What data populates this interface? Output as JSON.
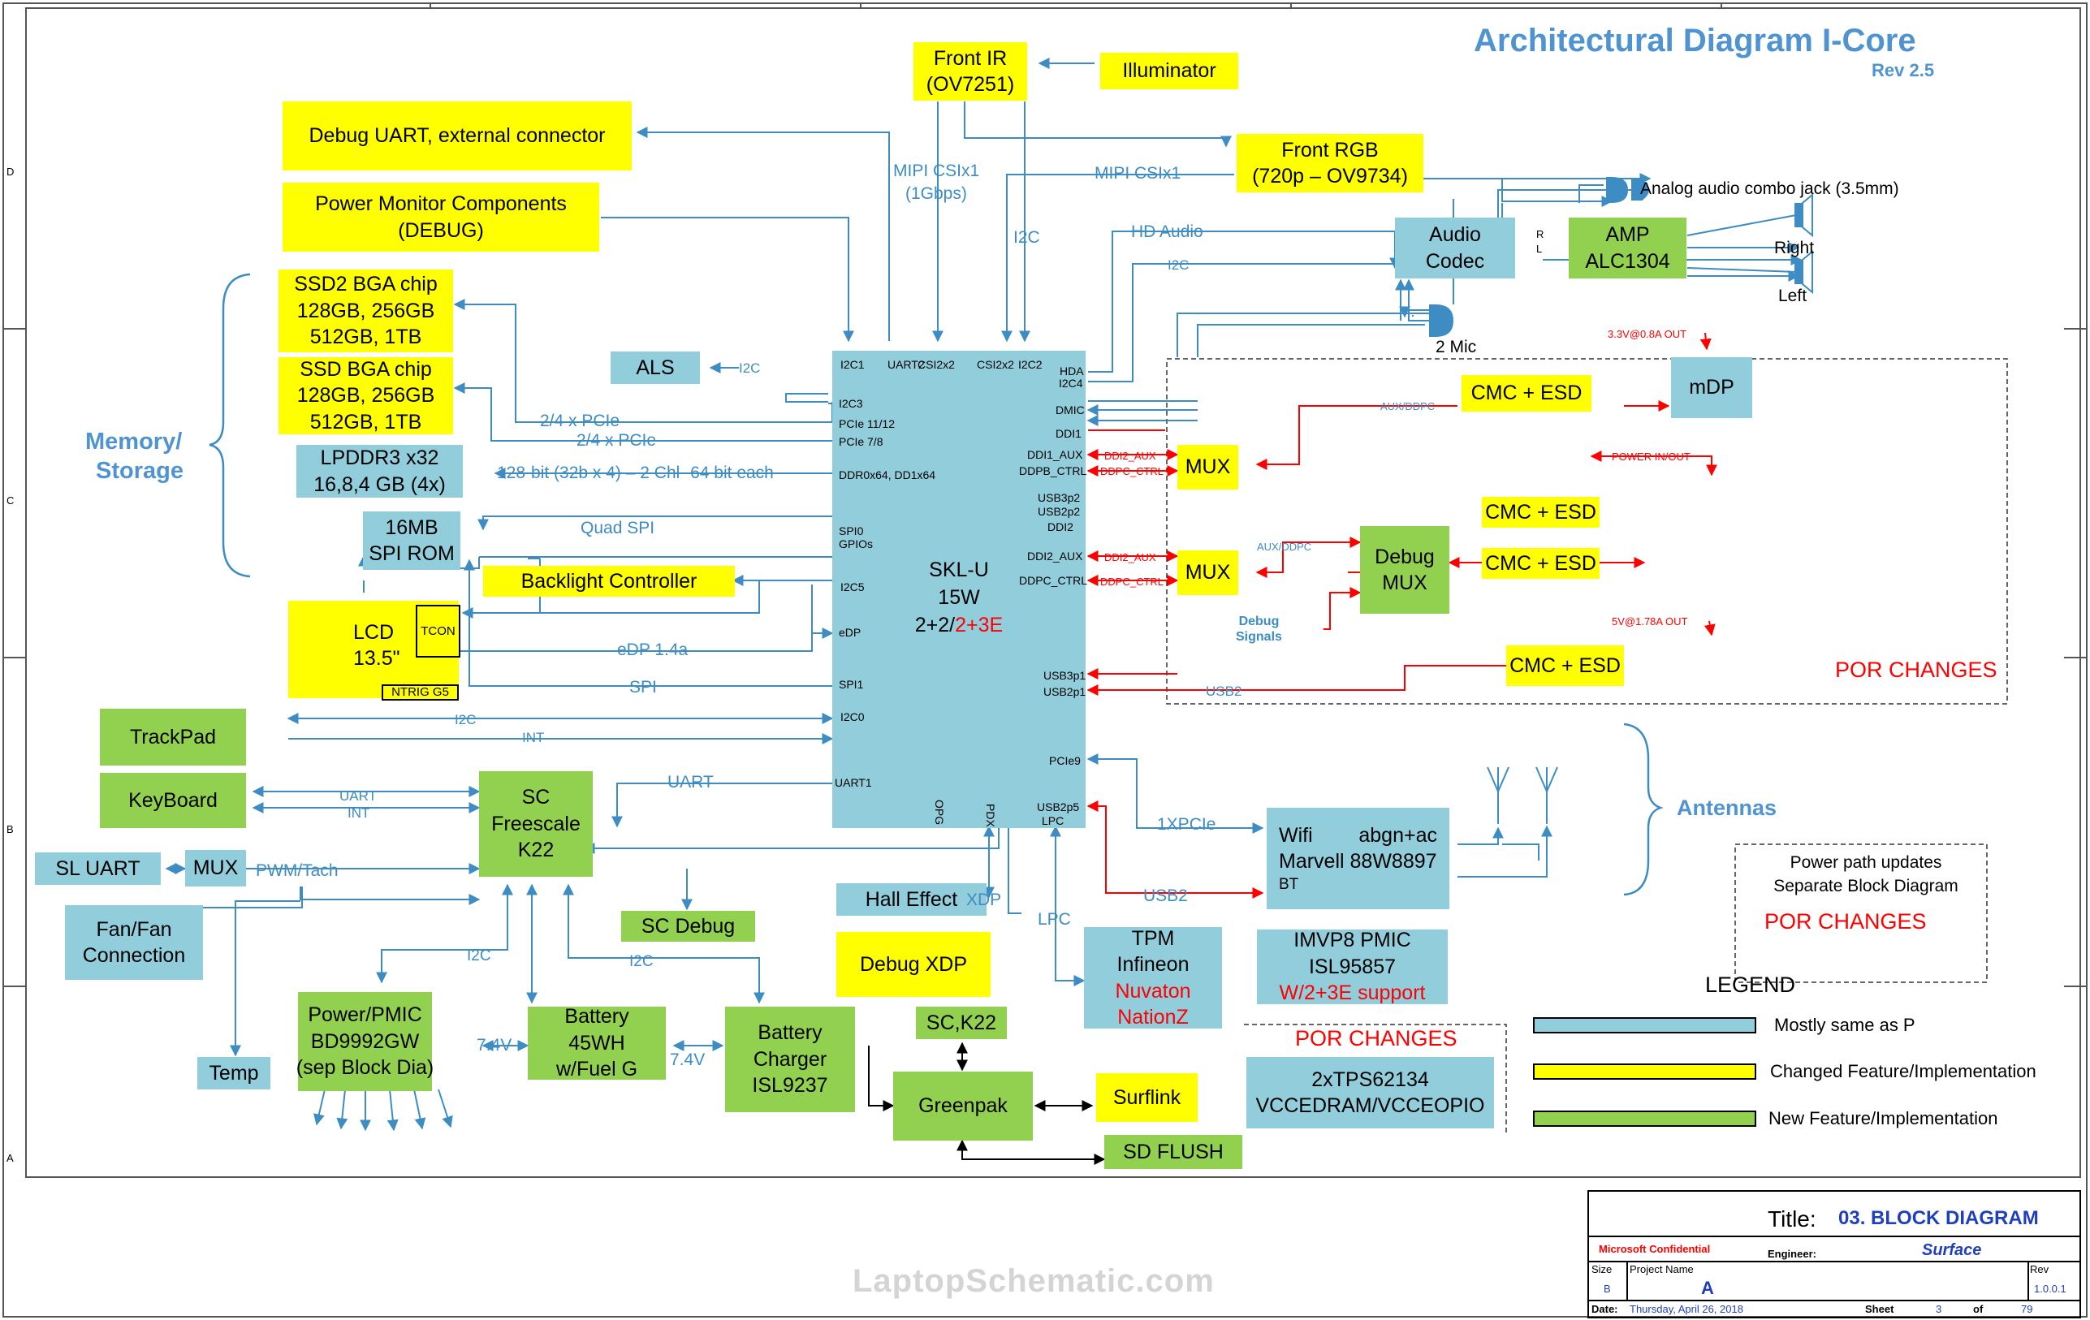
{
  "title": {
    "main": "Architectural Diagram I-Core",
    "rev": "Rev 2.5"
  },
  "cpu": {
    "line1": "SKL-U",
    "line2": "15W",
    "line3a": "2+2/",
    "line3b": "2+3E"
  },
  "cpu_pins": {
    "i2c1": "I2C1",
    "uart2": "UART2",
    "csi2x2a": "CSI2x2",
    "csi2x2b": "CSI2x2",
    "i2c2": "I2C2",
    "hda": "HDA",
    "i2c4": "I2C4",
    "i2c3": "I2C3",
    "pcie1112": "PCIe 11/12",
    "pcie78": "PCIe 7/8",
    "ddr": "DDR0x64, DD1x64",
    "spi0": "SPI0",
    "gpios": "GPIOs",
    "i2c5": "I2C5",
    "edp": "eDP",
    "spi1": "SPI1",
    "i2c0": "I2C0",
    "uart1": "UART1",
    "dmic": "DMIC",
    "ddi1": "DDI1",
    "ddi1_aux": "DDI1_AUX",
    "ddpb_ctrl": "DDPB_CTRL",
    "usb3p2": "USB3p2",
    "usb2p2": "USB2p2",
    "ddi2": "DDI2",
    "ddi2_aux": "DDI2_AUX",
    "ddpc_ctrl": "DDPC_CTRL",
    "usb3p1": "USB3p1",
    "usb2p1": "USB2p1",
    "pcie9": "PCIe9",
    "usb2p5": "USB2p5",
    "lpc": "LPC",
    "opg": "OPG",
    "pdx": "PDX"
  },
  "blocks": {
    "front_ir": [
      "Front IR",
      "(OV7251)"
    ],
    "illuminator": "Illuminator",
    "front_rgb": [
      "Front RGB",
      "(720p – OV9734)"
    ],
    "debug_uart": "Debug UART, external connector",
    "power_monitor": [
      "Power Monitor Components",
      "(DEBUG)"
    ],
    "ssd2": [
      "SSD2 BGA chip",
      "128GB, 256GB",
      "512GB, 1TB"
    ],
    "ssd": [
      "SSD BGA chip",
      "128GB, 256GB",
      "512GB, 1TB"
    ],
    "lpddr": [
      "LPDDR3 x32",
      "16,8,4 GB (4x)"
    ],
    "als": "ALS",
    "spi_rom": [
      "16MB",
      "SPI ROM"
    ],
    "backlight": "Backlight Controller",
    "lcd": [
      "LCD",
      "13.5\""
    ],
    "tcon": "TCON",
    "ntrig": "NTRIG G5",
    "trackpad": "TrackPad",
    "keyboard": "KeyBoard",
    "sl_uart": "SL UART",
    "mux_left": "MUX",
    "fan": [
      "Fan/Fan",
      "Connection"
    ],
    "temp": "Temp",
    "sc": [
      "SC",
      "Freescale",
      "K22"
    ],
    "sc_debug": "SC Debug",
    "hall": "Hall Effect",
    "debug_xdp": "Debug XDP",
    "power_pmic": [
      "Power/PMIC",
      "BD9992GW",
      "(sep Block Dia)"
    ],
    "battery": [
      "Battery",
      "45WH",
      "w/Fuel G"
    ],
    "charger": [
      "Battery",
      "Charger",
      "ISL9237"
    ],
    "sck22": "SC,K22",
    "greenpak": "Greenpak",
    "surflink": "Surflink",
    "sd_flush": "SD FLUSH",
    "tpm": [
      "TPM",
      "Infineon"
    ],
    "tpm_red": [
      "Nuvaton",
      "NationZ"
    ],
    "wifi_left": "Wifi",
    "wifi_right": "abgn+ac",
    "wifi_line2": "Marvell 88W8897",
    "wifi_bt": "BT",
    "imvp": [
      "IMVP8 PMIC",
      "ISL95857"
    ],
    "imvp_red": "W/2+3E support",
    "tps": [
      "2xTPS62134",
      "VCCEDRAM/VCCEOPIO"
    ],
    "audio_codec": [
      "Audio",
      "Codec"
    ],
    "amp": [
      "AMP",
      "ALC1304"
    ],
    "cmc_top": "CMC + ESD",
    "cmc_mid1": "CMC + ESD",
    "cmc_mid2": "CMC + ESD",
    "cmc_bot": "CMC + ESD",
    "mdp": "mDP",
    "mux1": "MUX",
    "mux2": "MUX",
    "debug_mux": [
      "Debug",
      "MUX"
    ]
  },
  "labels": {
    "mipi1": "MIPI CSIx1",
    "mipi1_sub": "(1Gbps)",
    "mipi2": "MIPI CSIx1",
    "i2c_cam": "I2C",
    "hd_audio": "HD Audio",
    "i2c_audio": "I2C",
    "analog_jack": "Analog audio combo jack (3.5mm)",
    "right": "Right",
    "left": "Left",
    "two_mic": "2 Mic",
    "r": "R",
    "l": "L",
    "memory": "Memory/",
    "storage": "Storage",
    "pcie_a": "2/4 x PCIe",
    "pcie_b": "2/4 x PCIe",
    "ddr_bus": "128-bit (32b x 4) – 2 Chl -64 bit each",
    "quad_spi": "Quad SPI",
    "als_i2c": "I2C",
    "edp14": "eDP 1.4a",
    "spi": "SPI",
    "i2c_tp": "I2C",
    "int_tp": "INT",
    "uart_kb": "UART",
    "int_kb": "INT",
    "uart_sc": "UART",
    "pwm": "PWM/Tach",
    "i2c_pmic": "I2C",
    "i2c_chg": "I2C",
    "v74a": "7.4V",
    "v74b": "7.4V",
    "xdp": "XDP",
    "lpc": "LPC",
    "x1pcie": "1XPCIe",
    "usb2_wifi": "USB2",
    "antennas": "Antennas",
    "usb2_red": "USB2",
    "aux_ddpc": "AUX/DDPC",
    "ddi2_aux_a": "DDI2_AUX",
    "ddpc_ctrl_a": "DDPC_CTRL",
    "ddi2_aux_b": "DDI2_AUX",
    "ddpc_ctrl_b": "DDPC_CTRL",
    "aux_ddpc2": "AUX/DDPC",
    "debug_signals": [
      "Debug",
      "Signals"
    ],
    "v33": "3.3V@0.8A OUT",
    "power_inout": "POWER IN/OUT",
    "v5": "5V@1.78A OUT",
    "por1": "POR CHANGES",
    "por2": "POR CHANGES",
    "por3": "POR CHANGES",
    "power_path": [
      "Power path updates",
      "Separate Block Diagram"
    ]
  },
  "legend": {
    "title": "LEGEND",
    "items": [
      {
        "label": "Mostly same as P",
        "color": "#92cddc"
      },
      {
        "label": "Changed Feature/Implementation",
        "color": "#ffff00"
      },
      {
        "label": "New Feature/Implementation",
        "color": "#92d050"
      }
    ]
  },
  "titleblock": {
    "title_label": "Title:",
    "title_value": "03.  BLOCK DIAGRAM",
    "confidential": "Microsoft Confidential",
    "engineer_label": "Engineer:",
    "engineer_value": "Surface",
    "size_label": "Size",
    "size_value": "B",
    "project_label": "Project Name",
    "project_value": "A",
    "rev_label": "Rev",
    "rev_value": "1.0.0.1",
    "date_label": "Date:",
    "date_value": "Thursday, April 26, 2018",
    "sheet_label": "Sheet",
    "sheet_value": "3",
    "of_label": "of",
    "of_value": "79"
  },
  "watermark": "LaptopSchematic.com",
  "border_letters": [
    "D",
    "C",
    "B",
    "A"
  ],
  "colors": {
    "blue_box": "#92cddc",
    "yellow_box": "#ffff00",
    "green_box": "#92d050",
    "line_blue": "#3d8cc4",
    "red": "#ff0000"
  }
}
